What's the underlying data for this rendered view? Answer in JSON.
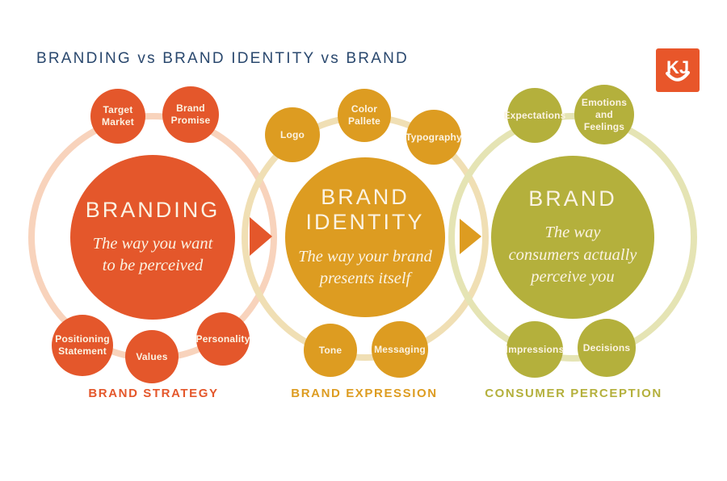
{
  "title": "BRANDING vs BRAND IDENTITY vs BRAND",
  "logo": {
    "text": "KJ"
  },
  "palette": {
    "orange": "#E4572B",
    "amber": "#DD9C21",
    "olive": "#B4B03C",
    "navy": "#2A486E",
    "cream": "#FBF3E3",
    "ring_orange": "#F8D3BC",
    "ring_amber": "#F0DFB4",
    "ring_olive": "#E5E4B4",
    "logo_bg": "#E8562A"
  },
  "clusters": [
    {
      "name": "branding",
      "circle_title": "BRANDING",
      "circle_subtitle": "The way you want\nto be perceived",
      "footer_label": "BRAND STRATEGY",
      "color": "#E4572B",
      "ring_color": "#F8D3BC",
      "satellites": [
        {
          "label": "Target Market"
        },
        {
          "label": "Brand Promise"
        },
        {
          "label": "Positioning Statement"
        },
        {
          "label": "Values"
        },
        {
          "label": "Personality"
        }
      ]
    },
    {
      "name": "brand-identity",
      "circle_title": "BRAND IDENTITY",
      "circle_subtitle": "The way your brand\npresents itself",
      "footer_label": "BRAND EXPRESSION",
      "color": "#DD9C21",
      "ring_color": "#F0DFB4",
      "satellites": [
        {
          "label": "Logo"
        },
        {
          "label": "Color Pallete"
        },
        {
          "label": "Typography"
        },
        {
          "label": "Tone"
        },
        {
          "label": "Messaging"
        }
      ]
    },
    {
      "name": "brand",
      "circle_title": "BRAND",
      "circle_subtitle": "The way\nconsumers actually\nperceive you",
      "footer_label": "CONSUMER PERCEPTION",
      "color": "#B4B03C",
      "ring_color": "#E5E4B4",
      "satellites": [
        {
          "label": "Expectations"
        },
        {
          "label": "Emotions and Feelings"
        },
        {
          "label": "Impressions"
        },
        {
          "label": "Decisions"
        }
      ]
    }
  ]
}
